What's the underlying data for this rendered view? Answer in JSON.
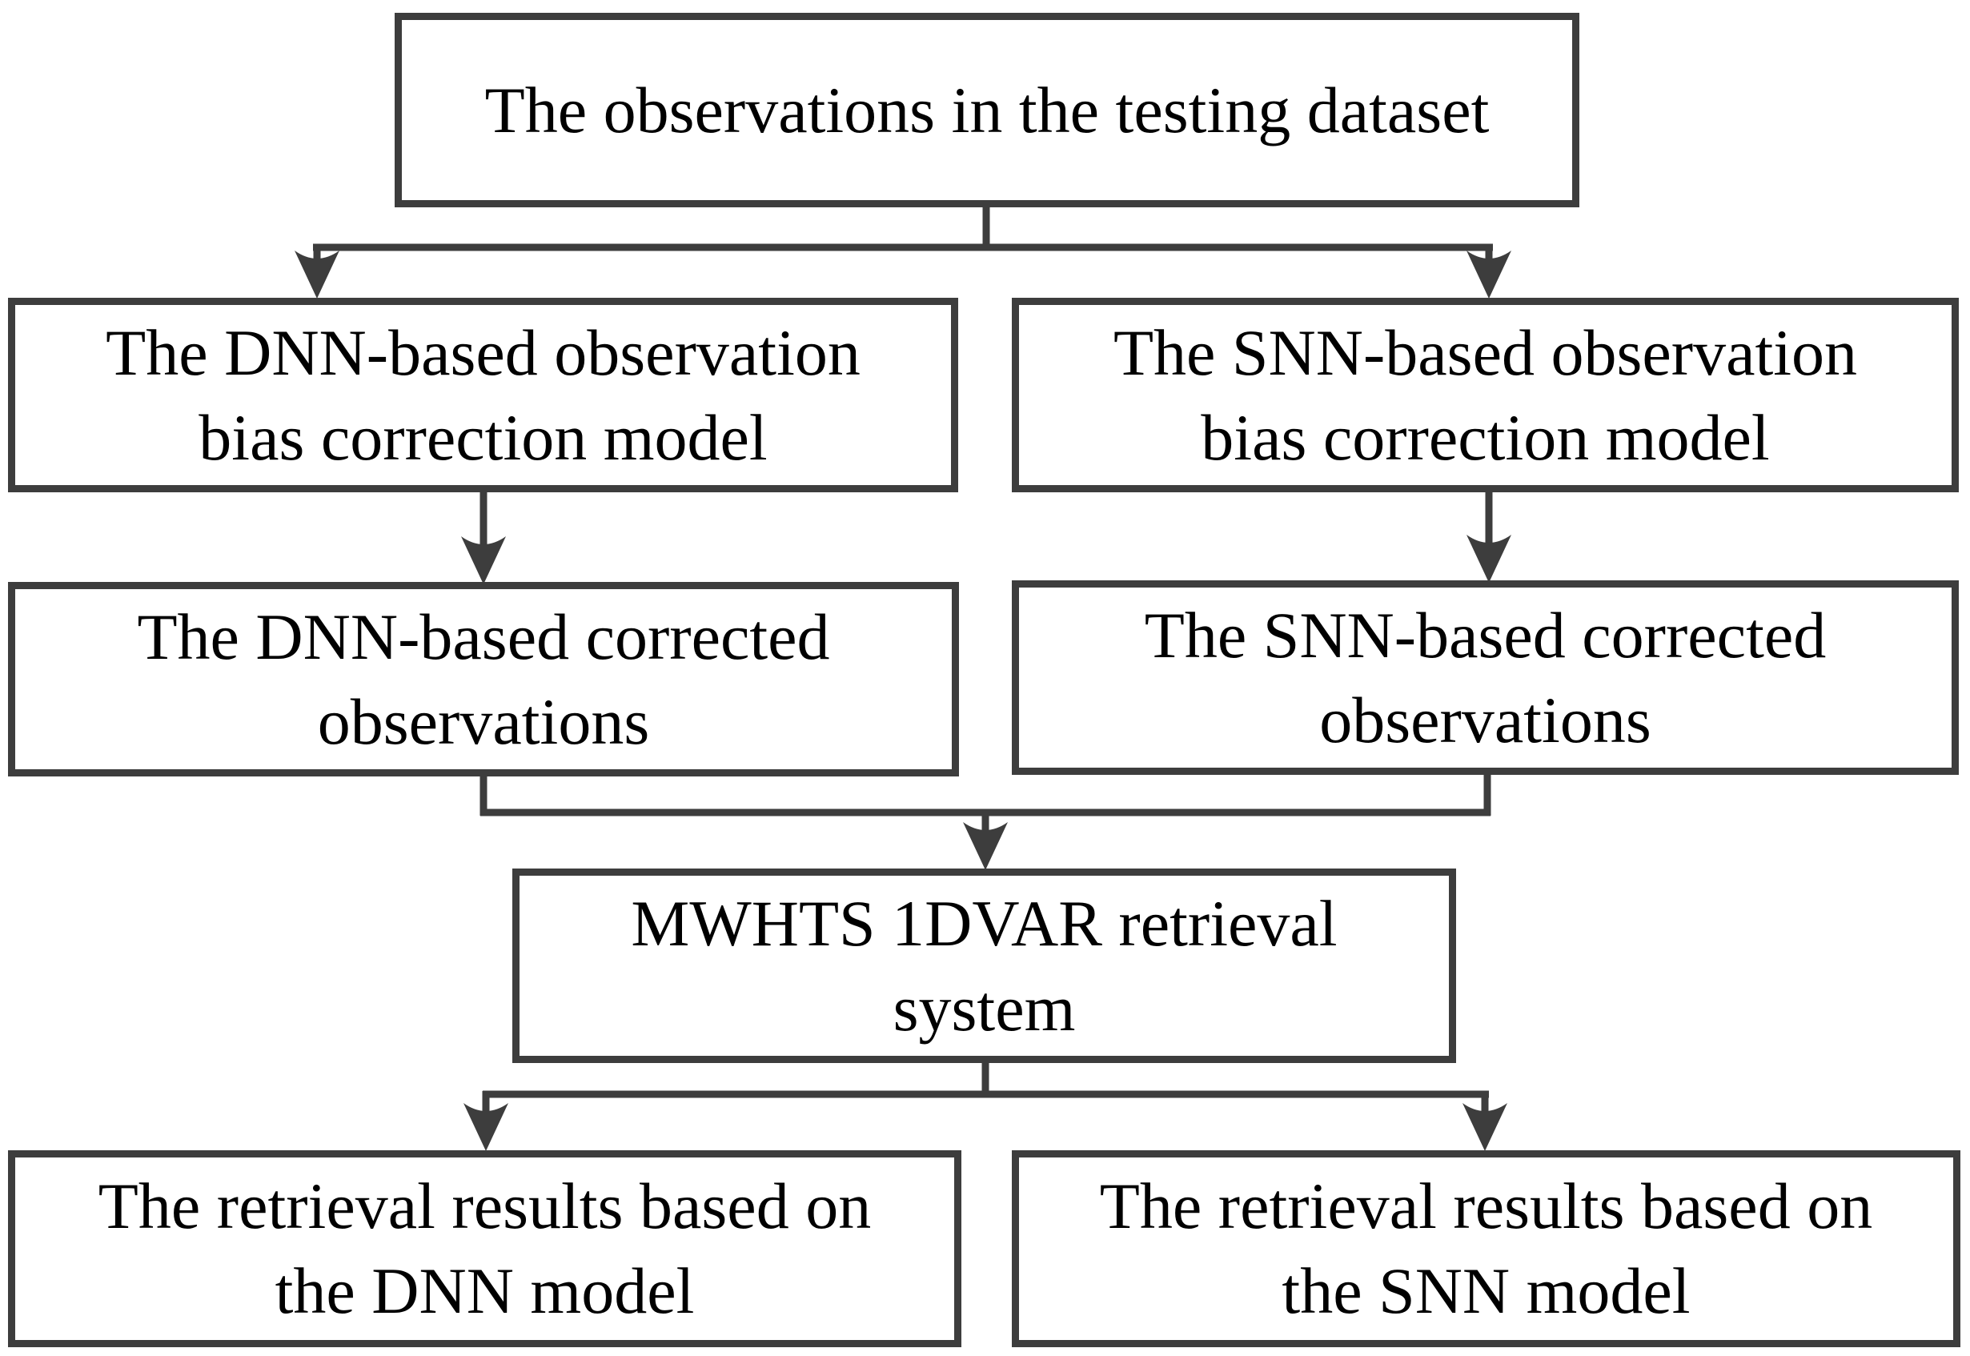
{
  "diagram": {
    "background_color": "#ffffff",
    "stroke_color": "#3d3d3d",
    "text_color": "#000000",
    "nodes": {
      "testing_dataset": {
        "lines": [
          "The observations in the testing dataset"
        ]
      },
      "dnn_model": {
        "lines": [
          "The DNN-based observation",
          "bias correction model"
        ]
      },
      "snn_model": {
        "lines": [
          "The SNN-based observation",
          "bias correction model"
        ]
      },
      "dnn_corrected": {
        "lines": [
          "The DNN-based corrected",
          "observations"
        ]
      },
      "snn_corrected": {
        "lines": [
          "The SNN-based corrected",
          "observations"
        ]
      },
      "retrieval_system": {
        "lines": [
          "MWHTS 1DVAR retrieval",
          "system"
        ]
      },
      "dnn_results": {
        "lines": [
          "The retrieval results based on",
          "the DNN model"
        ]
      },
      "snn_results": {
        "lines": [
          "The retrieval results based on",
          "the SNN model"
        ]
      }
    },
    "edges": [
      {
        "from": "testing_dataset",
        "to": "dnn_model"
      },
      {
        "from": "testing_dataset",
        "to": "snn_model"
      },
      {
        "from": "dnn_model",
        "to": "dnn_corrected"
      },
      {
        "from": "snn_model",
        "to": "snn_corrected"
      },
      {
        "from": "dnn_corrected",
        "to": "retrieval_system"
      },
      {
        "from": "snn_corrected",
        "to": "retrieval_system"
      },
      {
        "from": "retrieval_system",
        "to": "dnn_results"
      },
      {
        "from": "retrieval_system",
        "to": "snn_results"
      }
    ]
  }
}
